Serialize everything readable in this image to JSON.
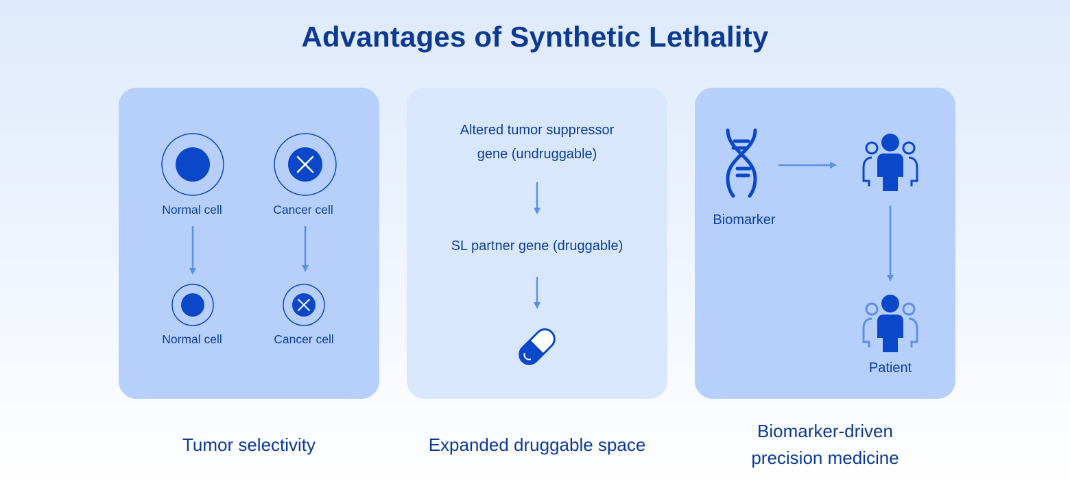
{
  "title": "Advantages of Synthetic Lethality",
  "panels": {
    "tumor_selectivity": {
      "caption": "Tumor selectivity",
      "top_left_label": "Normal cell",
      "top_right_label": "Cancer cell",
      "bottom_left_label": "Normal cell",
      "bottom_right_label": "Cancer cell"
    },
    "druggable_space": {
      "caption": "Expanded druggable space",
      "gene_line1": "Altered tumor suppressor",
      "gene_line2": "gene (undruggable)",
      "partner": "SL partner gene (druggable)",
      "icon": "pill-icon"
    },
    "precision_medicine": {
      "caption_line1": "Biomarker-driven",
      "caption_line2": "precision medicine",
      "biomarker_label": "Biomarker",
      "patient_label": "Patient",
      "icons": [
        "dna-icon",
        "group-icon",
        "patient-icon"
      ]
    }
  },
  "colors": {
    "dark_blue": "#0a47c9",
    "text_blue": "#0d3f99",
    "arrow_blue": "#5b8fea",
    "card_blue": "#b6cffb",
    "card_light": "#d9e7fd"
  }
}
